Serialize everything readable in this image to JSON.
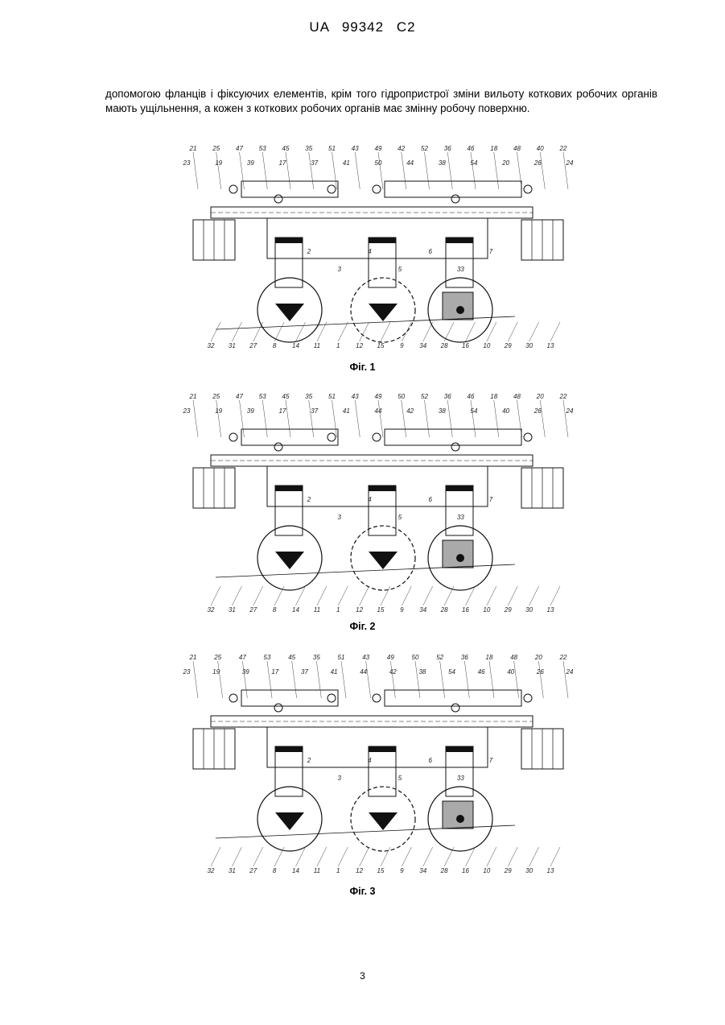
{
  "header": {
    "patent_number": "UA   99342   C2"
  },
  "body_text": "допомогою фланців і фіксуючих елементів, крім того гідропристрої зміни вильоту коткових робочих органів мають ущільнення, а кожен з коткових робочих органів має змінну робочу поверхню.",
  "figures": [
    {
      "caption": "Фіг. 1",
      "labels_top": [
        "21",
        "25",
        "47",
        "53",
        "45",
        "35",
        "51",
        "43",
        "49",
        "42",
        "52",
        "36",
        "46",
        "18",
        "48",
        "40",
        "22"
      ],
      "labels_top2": [
        "23",
        "19",
        "39",
        "17",
        "37",
        "41",
        "50",
        "44",
        "38",
        "54",
        "20",
        "26",
        "24"
      ],
      "labels_bottom": [
        "32",
        "31",
        "27",
        "8",
        "14",
        "11",
        "1",
        "12",
        "15",
        "9",
        "34",
        "28",
        "16",
        "10",
        "29",
        "30",
        "13"
      ],
      "labels_inner": [
        "2",
        "3",
        "4",
        "5",
        "6",
        "33",
        "7"
      ]
    },
    {
      "caption": "Фіг. 2",
      "labels_top": [
        "21",
        "25",
        "47",
        "53",
        "45",
        "35",
        "51",
        "43",
        "49",
        "50",
        "52",
        "36",
        "46",
        "18",
        "48",
        "20",
        "22"
      ],
      "labels_top2": [
        "23",
        "19",
        "39",
        "17",
        "37",
        "41",
        "44",
        "42",
        "38",
        "54",
        "40",
        "26",
        "24"
      ],
      "labels_bottom": [
        "32",
        "31",
        "27",
        "8",
        "14",
        "11",
        "1",
        "12",
        "15",
        "9",
        "34",
        "28",
        "16",
        "10",
        "29",
        "30",
        "13"
      ],
      "labels_inner": [
        "2",
        "3",
        "4",
        "5",
        "6",
        "33",
        "7"
      ]
    },
    {
      "caption": "Фіг. 3",
      "labels_top": [
        "21",
        "25",
        "47",
        "53",
        "45",
        "35",
        "51",
        "43",
        "49",
        "50",
        "52",
        "36",
        "18",
        "48",
        "20",
        "22"
      ],
      "labels_top2": [
        "23",
        "19",
        "39",
        "17",
        "37",
        "41",
        "44",
        "42",
        "38",
        "54",
        "46",
        "40",
        "26",
        "24"
      ],
      "labels_bottom": [
        "32",
        "31",
        "27",
        "8",
        "14",
        "11",
        "1",
        "12",
        "15",
        "9",
        "34",
        "28",
        "16",
        "10",
        "29",
        "30",
        "13"
      ],
      "labels_inner": [
        "2",
        "3",
        "4",
        "5",
        "6",
        "33",
        "7"
      ]
    }
  ],
  "page_number": "3"
}
